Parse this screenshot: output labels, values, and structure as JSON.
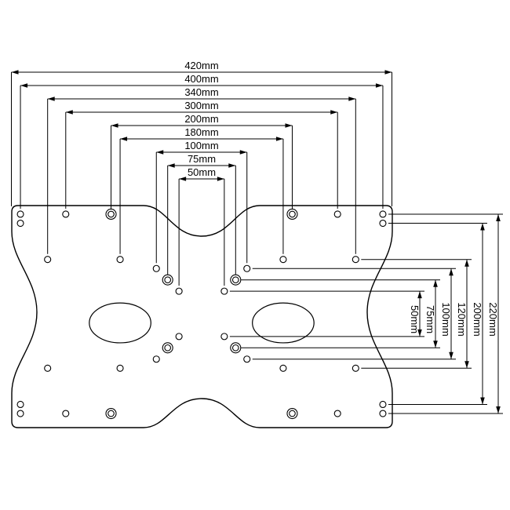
{
  "drawing": {
    "background": "#ffffff",
    "line_color": "#000000",
    "units": "mm",
    "horizontal_dimensions": [
      {
        "label": "420mm",
        "mm": 420,
        "row_mm": null
      },
      {
        "label": "400mm",
        "mm": 400,
        "row_mm": -110
      },
      {
        "label": "340mm",
        "mm": 340,
        "row_mm": -60
      },
      {
        "label": "300mm",
        "mm": 300,
        "row_mm": -110
      },
      {
        "label": "200mm",
        "mm": 200,
        "row_mm": -110
      },
      {
        "label": "180mm",
        "mm": 180,
        "row_mm": -60
      },
      {
        "label": "100mm",
        "mm": 100,
        "row_mm": -50
      },
      {
        "label": "75mm",
        "mm": 75,
        "row_mm": -37.5
      },
      {
        "label": "50mm",
        "mm": 50,
        "row_mm": -25
      }
    ],
    "vertical_dimensions": [
      {
        "label": "50mm",
        "mm": 50,
        "col_mm": 25
      },
      {
        "label": "75mm",
        "mm": 75,
        "col_mm": 37.5
      },
      {
        "label": "100mm",
        "mm": 100,
        "col_mm": 50
      },
      {
        "label": "120mm",
        "mm": 120,
        "col_mm": 170
      },
      {
        "label": "200mm",
        "mm": 200,
        "col_mm": 200
      },
      {
        "label": "220mm",
        "mm": 220,
        "col_mm": 200
      }
    ],
    "hole_groups": [
      {
        "dx_mm": 200,
        "dy_mm": 110,
        "style": "plain"
      },
      {
        "dx_mm": 150,
        "dy_mm": 110,
        "style": "plain"
      },
      {
        "dx_mm": 100,
        "dy_mm": 110,
        "style": "grommet"
      },
      {
        "dx_mm": 200,
        "dy_mm": 100,
        "style": "plain"
      },
      {
        "dx_mm": 170,
        "dy_mm": 60,
        "style": "plain"
      },
      {
        "dx_mm": 90,
        "dy_mm": 60,
        "style": "plain"
      },
      {
        "dx_mm": 50,
        "dy_mm": 50,
        "style": "plain"
      },
      {
        "dx_mm": 37.5,
        "dy_mm": 37.5,
        "style": "grommet"
      },
      {
        "dx_mm": 25,
        "dy_mm": 25,
        "style": "plain"
      }
    ],
    "slots": [
      {
        "cx_mm": -90,
        "cy_mm": 10,
        "rx_mm": 34,
        "ry_mm": 22
      },
      {
        "cx_mm": 90,
        "cy_mm": 10,
        "rx_mm": 34,
        "ry_mm": 22
      }
    ]
  }
}
